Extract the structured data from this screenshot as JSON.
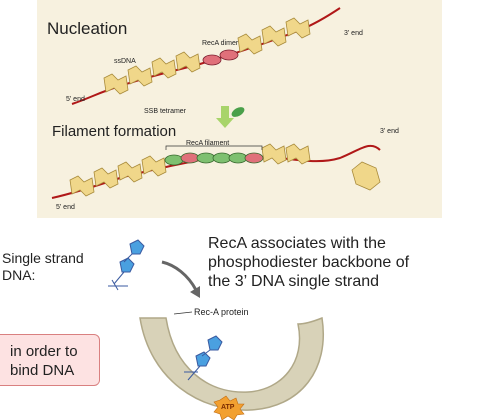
{
  "diagram": {
    "top_panel": {
      "title_nucleation": "Nucleation",
      "title_filament": "Filament formation",
      "labels": {
        "ssdna": "ssDNA",
        "five_prime_top": "5' end",
        "ssb_tetramer": "SSB tetramer",
        "reca_dimer": "RecA dimer",
        "three_prime_top": "3' end",
        "reca_filament": "RecA filament",
        "three_prime_bottom": "3' end",
        "five_prime_bottom": "5' end"
      }
    },
    "bottom": {
      "single_strand_line1": "Single strand",
      "single_strand_line2": "DNA:",
      "reca_text_line1": "RecA associates with the",
      "reca_text_line2": "phosphodiester backbone of",
      "reca_text_line3": "the 3’ DNA single strand",
      "rec_a_protein": "Rec-A protein",
      "callout_line1": "in order to",
      "callout_line2": "bind DNA",
      "atp": "ATP"
    }
  }
}
